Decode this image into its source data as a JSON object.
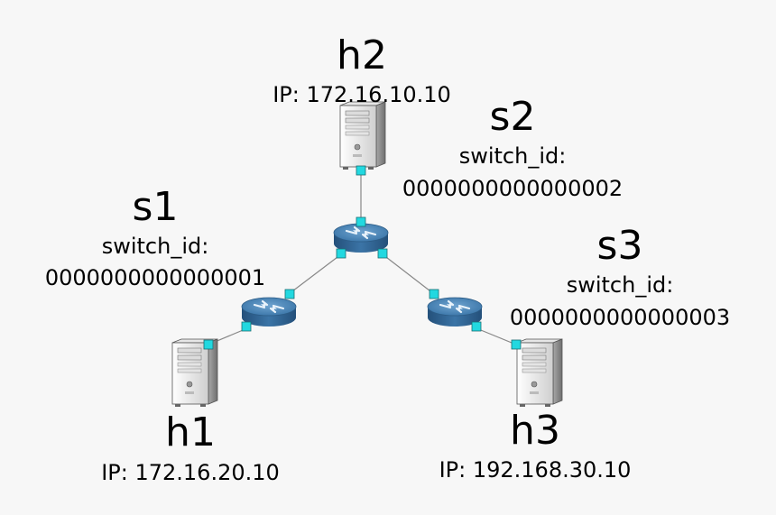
{
  "nodes": {
    "h2": {
      "name": "h2",
      "ip_line": "IP: 172.16.10.10"
    },
    "h1": {
      "name": "h1",
      "ip_line": "IP: 172.16.20.10"
    },
    "h3": {
      "name": "h3",
      "ip_line": "IP: 192.168.30.10"
    },
    "s1": {
      "name": "s1",
      "id_label": "switch_id:",
      "id_value": "0000000000000001"
    },
    "s2": {
      "name": "s2",
      "id_label": "switch_id:",
      "id_value": "0000000000000002"
    },
    "s3": {
      "name": "s3",
      "id_label": "switch_id:",
      "id_value": "0000000000000003"
    }
  },
  "colors": {
    "background": "#f7f7f7",
    "port": "#22d8e0",
    "router_top": "#4a86b8",
    "router_side": "#2c5c86",
    "link": "#888888"
  },
  "icons": {
    "host": "server-tower-icon",
    "switch": "router-icon",
    "port": "port-square-icon"
  }
}
